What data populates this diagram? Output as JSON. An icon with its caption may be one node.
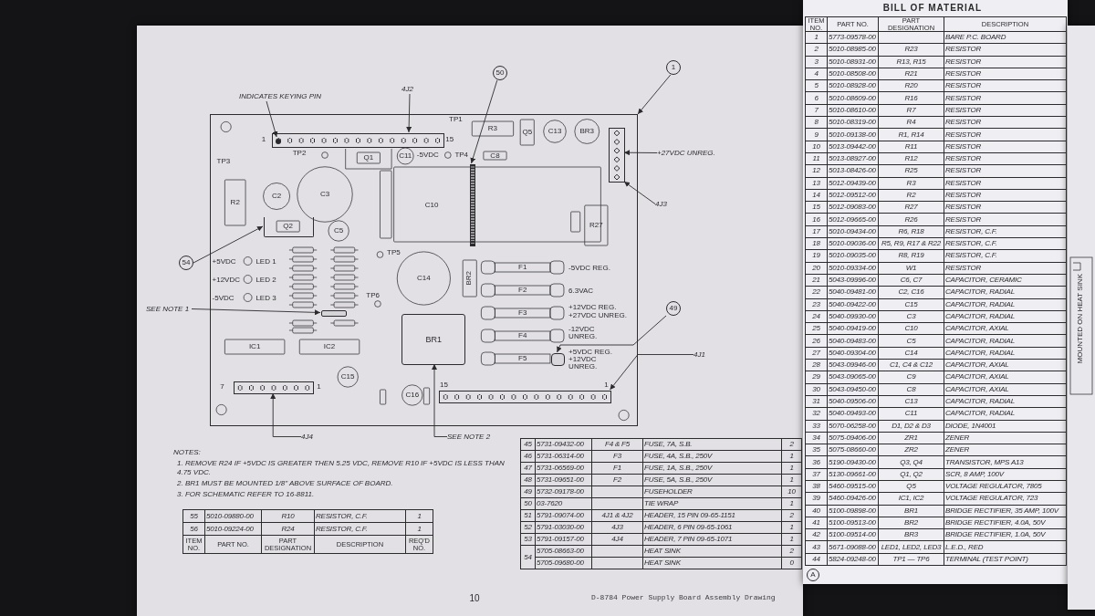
{
  "diagram": {
    "caption": "D-8784 Power Supply Board Assembly Drawing",
    "nodes": [
      {
        "text": [
          "INDICATES KEYING PIN"
        ]
      },
      {
        "text": [
          "4J2"
        ]
      },
      {
        "text": [
          "50"
        ]
      },
      {
        "text": [
          "1"
        ]
      },
      {
        "text": [],
        "shape": "box"
      },
      {
        "text": [],
        "shape": "bar",
        "in": 4
      },
      {
        "text": [],
        "shape": "circle",
        "in": 5
      },
      {
        "text": [],
        "shape": "bar",
        "in": 4
      },
      {
        "text": [],
        "shape": "bar",
        "in": 4
      },
      {
        "text": [
          "+27VDC UNREG."
        ]
      },
      {
        "text": [
          "4J3"
        ]
      },
      {
        "text": [
          "54"
        ]
      },
      {
        "text": [],
        "shape": "box",
        "in": 4
      },
      {
        "text": [
          "SEE NOTE 1"
        ]
      },
      {
        "text": [],
        "shape": "box",
        "in": 4
      },
      {
        "text": [
          "49"
        ]
      },
      {
        "text": [],
        "shape": "box",
        "in": 4
      },
      {
        "text": [
          "4J1"
        ]
      },
      {
        "text": [],
        "shape": "bar",
        "in": 4
      },
      {
        "text": [],
        "shape": "bar",
        "in": 4
      },
      {
        "text": [
          "4J4"
        ]
      },
      {
        "text": [
          "BR1"
        ],
        "in": 4
      },
      {
        "text": [
          "SEE NOTE 2"
        ]
      }
    ],
    "edges": [
      {
        "from": 0,
        "to": 6,
        "arrow": "to"
      },
      {
        "from": 1,
        "to": 5,
        "arrow": "to"
      },
      {
        "from": 2,
        "to": 7,
        "arrow": "to"
      },
      {
        "from": 3,
        "to": 4,
        "arrow": "to"
      },
      {
        "from": 9,
        "to": 8,
        "arrow": "to"
      },
      {
        "from": 10,
        "to": 8,
        "arrow": "to"
      },
      {
        "from": 11,
        "to": 12,
        "arrow": "to"
      },
      {
        "from": 13,
        "to": 14,
        "arrow": "to"
      },
      {
        "from": 15,
        "to": 16,
        "arrow": "to"
      },
      {
        "from": 17,
        "to": 18,
        "arrow": "to"
      },
      {
        "from": 20,
        "to": 19,
        "arrow": "to"
      },
      {
        "from": 22,
        "to": 21,
        "arrow": "to"
      }
    ],
    "labels": [
      "1",
      "15",
      "TP1",
      "R3",
      "-5VDC",
      "TP4",
      "C8",
      "Q5",
      "C13",
      "BR3",
      "C11",
      "TP2",
      "Q1",
      "C10",
      "TP3",
      "R2",
      "C2",
      "C3",
      "Q2",
      "C5",
      "R27",
      "F1",
      "-5VDC REG.",
      "F2",
      "6.3VAC",
      "F3",
      "+12VDC REG.",
      "+27VDC UNREG.",
      "F4",
      "-12VDC UNREG.",
      "F5",
      "+5VDC REG.",
      "+12VDC UNREG.",
      "C14",
      "BR2",
      "TP5",
      "TP6",
      "+5VDC",
      "LED 1",
      "+12VDC",
      "LED 2",
      "-5VDC",
      "LED 3",
      "IC1",
      "IC2",
      "C15",
      "C16",
      "7",
      "1",
      "15",
      "1",
      "NOTES:",
      "1. REMOVE R24 IF +5VDC IS GREATER THEN 5.25 VDC, REMOVE R10 IF +5VDC IS LESS THAN 4.75 VDC.",
      "2. BR1 MUST BE MOUNTED 1/8\" ABOVE SURFACE OF BOARD.",
      "3. FOR SCHEMATIC REFER TO 16-8811.",
      "BILL OF MATERIAL",
      "A",
      "10",
      "MOUNTED ON HEAT SINK",
      "55",
      "5010-09880-00",
      "R10",
      "RESISTOR, C.F.",
      "1",
      "56",
      "5010-09224-00",
      "R24",
      "RESISTOR, C.F.",
      "1",
      "ITEM NO.",
      "PART NO.",
      "PART DESIGNATION",
      "DESCRIPTION",
      "REQ'D NO.",
      "45",
      "5731-09432-00",
      "F4 & F5",
      "FUSE, 7A, S.B.",
      "2",
      "46",
      "5731-06314-00",
      "F3",
      "FUSE, 4A, S.B., 250V",
      "1",
      "47",
      "5731-06569-00",
      "F1",
      "FUSE, 1A, S.B., 250V",
      "1",
      "48",
      "5731-09651-00",
      "F2",
      "FUSE, 5A, S.B., 250V",
      "1",
      "49",
      "5732-09178-00",
      "FUSEHOLDER",
      "10",
      "50",
      "03-7620",
      "TIE WRAP",
      "1",
      "51",
      "5791-09074-00",
      "4J1 & 4J2",
      "HEADER, 15 PIN 09-65-1151",
      "2",
      "52",
      "5791-03030-00",
      "4J3",
      "HEADER, 6 PIN 09-65-1061",
      "1",
      "53",
      "5791-09157-00",
      "4J4",
      "HEADER, 7 PIN 09-65-1071",
      "1",
      "54",
      "5705-08663-00",
      "HEAT SINK",
      "2",
      "5705-09680-00",
      "HEAT SINK",
      "0",
      "ITEM NO.",
      "PART NO.",
      "PART DESIGNATION",
      "DESCRIPTION",
      "1",
      "5773-09578-00",
      "BARE P.C. BOARD",
      "2",
      "5010-08985-00",
      "R23",
      "RESISTOR",
      "3",
      "5010-08931-00",
      "R13, R15",
      "RESISTOR",
      "4",
      "5010-08508-00",
      "R21",
      "RESISTOR",
      "5",
      "5010-08928-00",
      "R20",
      "RESISTOR",
      "6",
      "5010-08609-00",
      "R16",
      "RESISTOR",
      "7",
      "5010-08610-00",
      "R7",
      "RESISTOR",
      "8",
      "5010-08319-00",
      "R4",
      "RESISTOR",
      "9",
      "5010-09138-00",
      "R1, R14",
      "RESISTOR",
      "10",
      "5013-09442-00",
      "R11",
      "RESISTOR",
      "11",
      "5013-08927-00",
      "R12",
      "RESISTOR",
      "12",
      "5013-08426-00",
      "R25",
      "RESISTOR",
      "13",
      "5012-09439-00",
      "R3",
      "RESISTOR",
      "14",
      "5012-09512-00",
      "R2",
      "RESISTOR",
      "15",
      "5012-09083-00",
      "R27",
      "RESISTOR",
      "16",
      "5012-09665-00",
      "R26",
      "RESISTOR",
      "17",
      "5010-09434-00",
      "R6, R18",
      "RESISTOR, C.F.",
      "18",
      "5010-09036-00",
      "R5, R9, R17 & R22",
      "RESISTOR, C.F.",
      "19",
      "5010-09035-00",
      "R8, R19",
      "RESISTOR, C.F.",
      "20",
      "5010-09334-00",
      "W1",
      "RESISTOR",
      "21",
      "5043-09996-00",
      "C6, C7",
      "CAPACITOR, CERAMIC",
      "22",
      "5040-09481-00",
      "C2, C16",
      "CAPACITOR, RADIAL",
      "23",
      "5040-09422-00",
      "C15",
      "CAPACITOR, RADIAL",
      "24",
      "5040-09930-00",
      "C3",
      "CAPACITOR, RADIAL",
      "25",
      "5040-09419-00",
      "C10",
      "CAPACITOR, AXIAL",
      "26",
      "5040-09483-00",
      "C5",
      "CAPACITOR, RADIAL",
      "27",
      "5040-09304-00",
      "C14",
      "CAPACITOR, RADIAL",
      "28",
      "5043-09946-00",
      "C1, C4 & C12",
      "CAPACITOR, AXIAL",
      "29",
      "5043-09065-00",
      "C9",
      "CAPACITOR, AXIAL",
      "30",
      "5043-09450-00",
      "C8",
      "CAPACITOR, AXIAL",
      "31",
      "5040-09506-00",
      "C13",
      "CAPACITOR, RADIAL",
      "32",
      "5040-09493-00",
      "C11",
      "CAPACITOR, RADIAL",
      "33",
      "5070-06258-00",
      "D1, D2 & D3",
      "DIODE, 1N4001",
      "34",
      "5075-09406-00",
      "ZR1",
      "ZENER",
      "35",
      "5075-08660-00",
      "ZR2",
      "ZENER",
      "36",
      "5190-09430-00",
      "Q3, Q4",
      "TRANSISTOR, MPS A13",
      "37",
      "5130-09661-00",
      "Q1, Q2",
      "SCR, 8 AMP, 100V",
      "38",
      "5460-09515-00",
      "Q5",
      "VOLTAGE REGULATOR, 7805",
      "39",
      "5460-09426-00",
      "IC1, IC2",
      "VOLTAGE REGULATOR, 723",
      "40",
      "5100-09898-00",
      "BR1",
      "BRIDGE RECTIFIER, 35 AMP, 100V",
      "41",
      "5100-09513-00",
      "BR2",
      "BRIDGE RECTIFIER, 4.0A, 50V",
      "42",
      "5100-09514-00",
      "BR3",
      "BRIDGE RECTIFIER, 1.0A, 50V",
      "43",
      "5671-09088-00",
      "LED1, LED2, LED3",
      "L.E.D., RED",
      "44",
      "5824-09248-00",
      "TP1 — TP6",
      "TERMINAL (TEST POINT)"
    ]
  }
}
